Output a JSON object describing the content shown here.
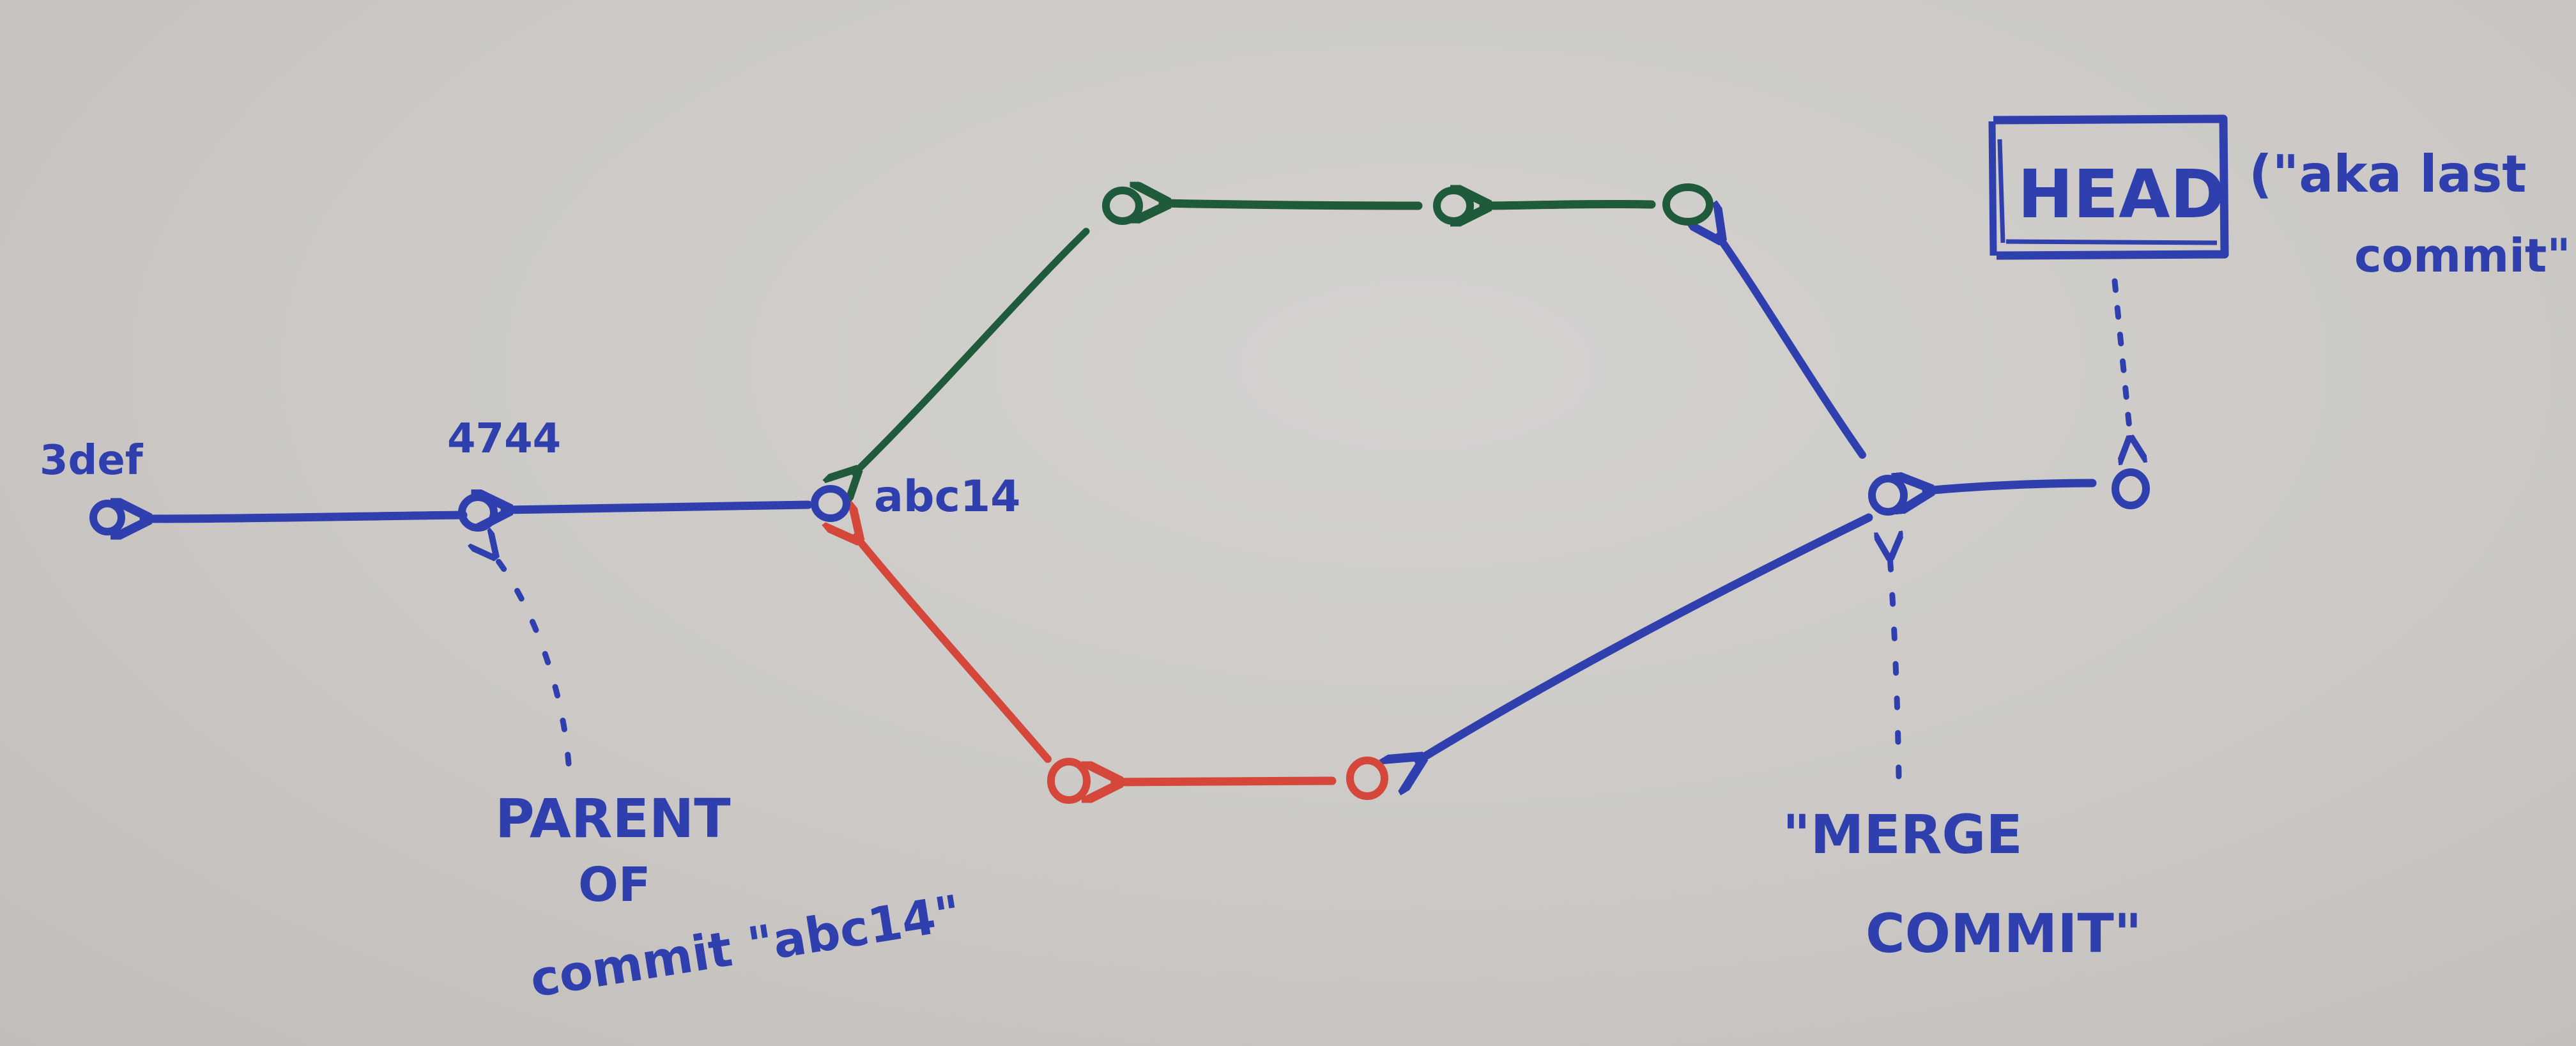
{
  "colors": {
    "blue": "#2f3fae",
    "green": "#1f5a3a",
    "red": "#d4473a",
    "board": "#cbc8c5"
  },
  "labels": {
    "commit_3def": "3def",
    "commit_4744": "4744",
    "commit_abc14": "abc14",
    "head": "HEAD",
    "aka_line1": "(\"aka last",
    "aka_line2": "commit\"",
    "parent_line1": "PARENT",
    "parent_line2": "OF",
    "parent_line3": "commit \"abc14\"",
    "merge_line1": "\"MERGE",
    "merge_line2": "COMMIT\""
  }
}
